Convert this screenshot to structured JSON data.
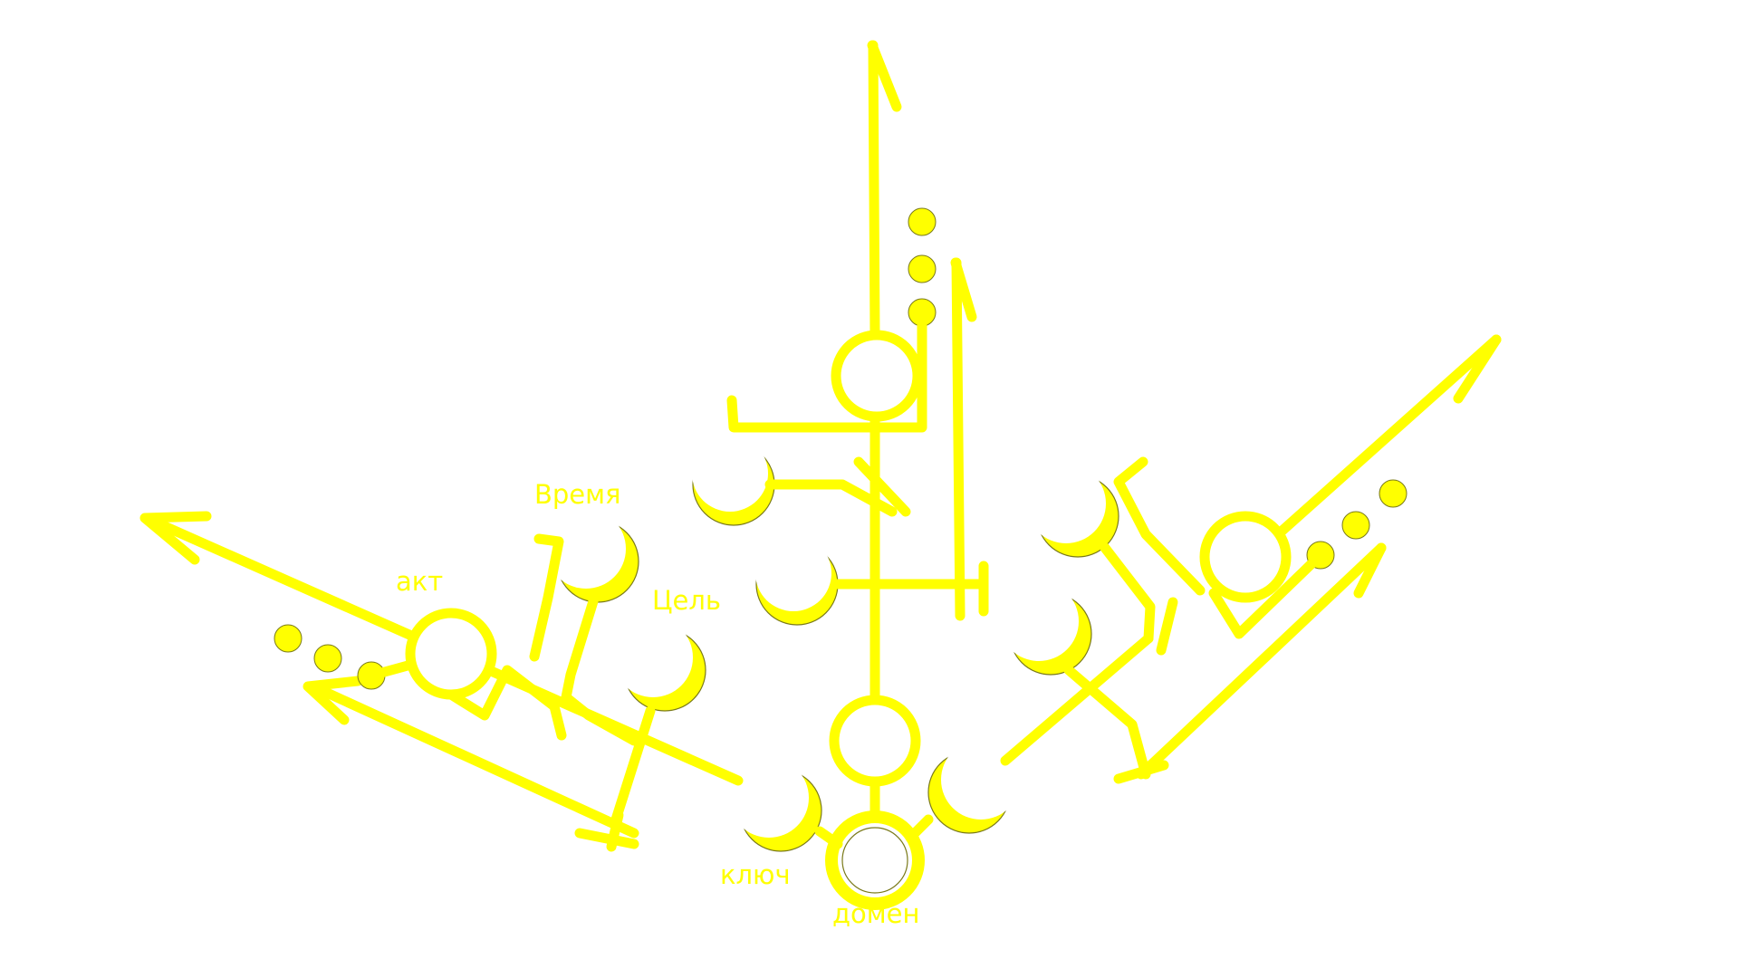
{
  "colors": {
    "background": "#ffffff",
    "glyph": "#ffff00",
    "outline": "#7a7a1a",
    "label": "#ffff00"
  },
  "labels": {
    "akt": "акт",
    "vremya": "Время",
    "tsel": "Цель",
    "klyuch": "ключ",
    "domen": "домен"
  }
}
